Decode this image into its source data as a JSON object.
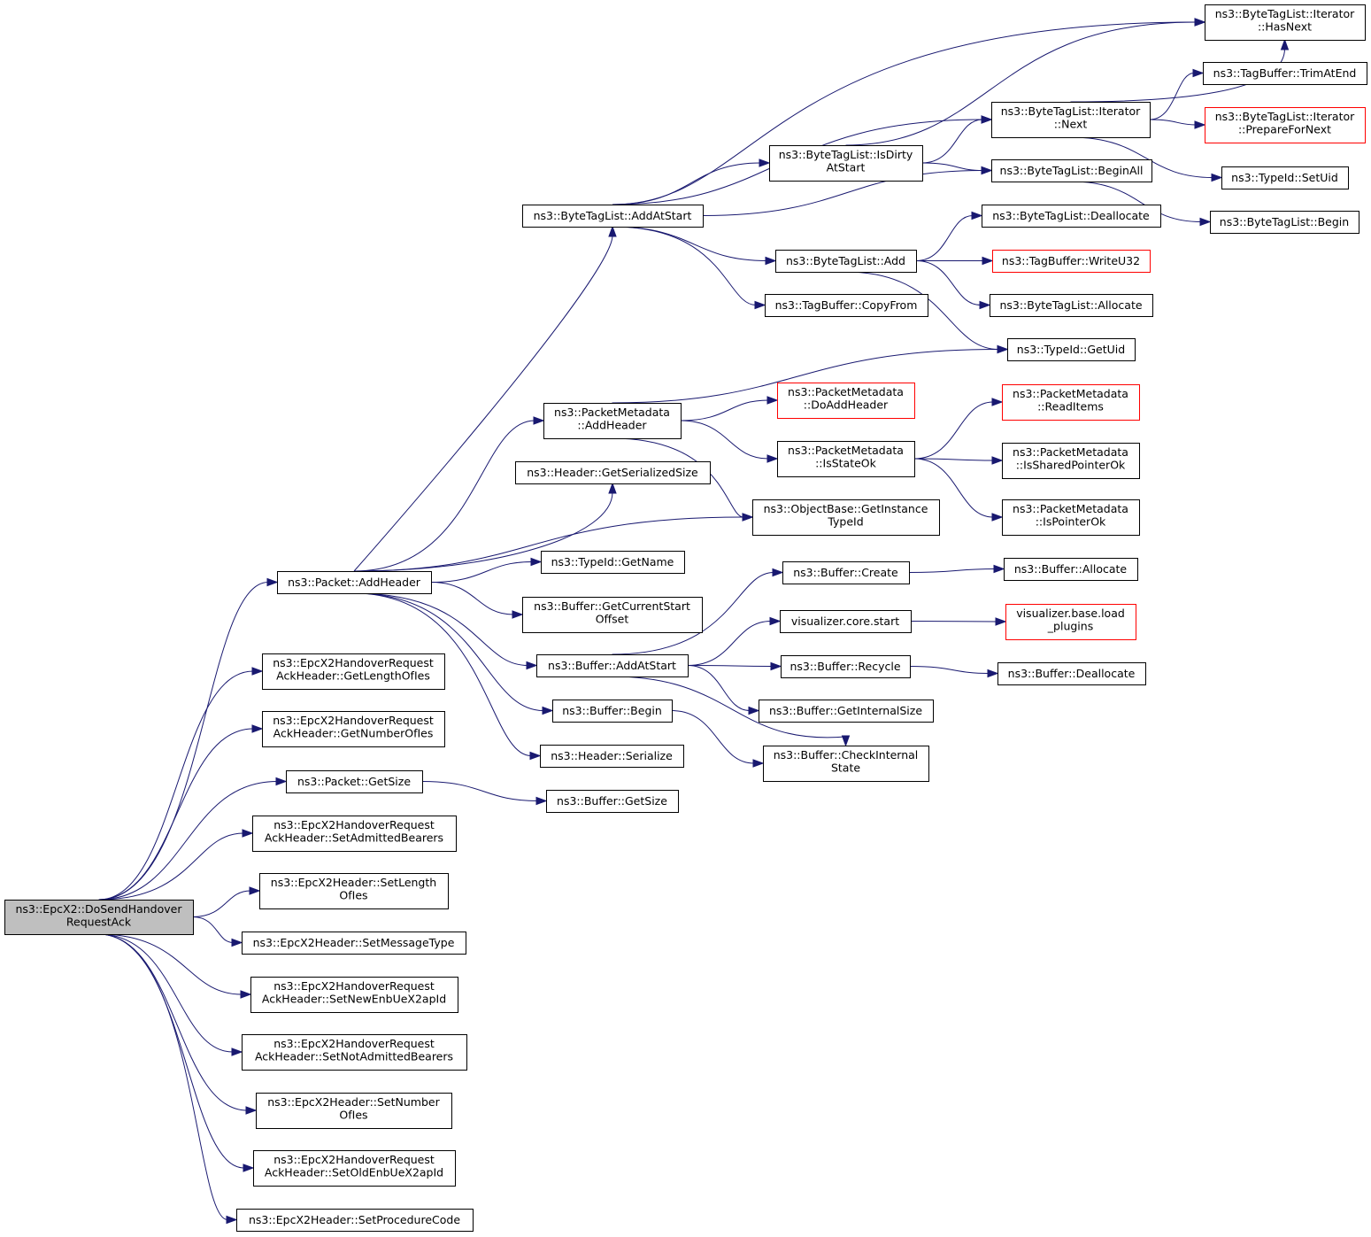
{
  "diagram": {
    "type": "call-graph",
    "edge_color": "#191970",
    "root_fill": "#bfbfbf",
    "external_border_color": "#ff0000",
    "nodes": [
      {
        "id": "root",
        "lines": [
          "ns3::EpcX2::DoSendHandover",
          "RequestAck"
        ],
        "style": "root"
      },
      {
        "id": "pkt_addheader",
        "lines": [
          "ns3::Packet::AddHeader"
        ]
      },
      {
        "id": "getlen",
        "lines": [
          "ns3::EpcX2HandoverRequest",
          "AckHeader::GetLengthOfIes"
        ]
      },
      {
        "id": "getnum",
        "lines": [
          "ns3::EpcX2HandoverRequest",
          "AckHeader::GetNumberOfIes"
        ]
      },
      {
        "id": "pkt_getsize",
        "lines": [
          "ns3::Packet::GetSize"
        ]
      },
      {
        "id": "setadmitted",
        "lines": [
          "ns3::EpcX2HandoverRequest",
          "AckHeader::SetAdmittedBearers"
        ]
      },
      {
        "id": "setlength",
        "lines": [
          "ns3::EpcX2Header::SetLength",
          "OfIes"
        ]
      },
      {
        "id": "setmsgtype",
        "lines": [
          "ns3::EpcX2Header::SetMessageType"
        ]
      },
      {
        "id": "setnewenb",
        "lines": [
          "ns3::EpcX2HandoverRequest",
          "AckHeader::SetNewEnbUeX2apId"
        ]
      },
      {
        "id": "setnotadmitted",
        "lines": [
          "ns3::EpcX2HandoverRequest",
          "AckHeader::SetNotAdmittedBearers"
        ]
      },
      {
        "id": "setnumber",
        "lines": [
          "ns3::EpcX2Header::SetNumber",
          "OfIes"
        ]
      },
      {
        "id": "setoldenb",
        "lines": [
          "ns3::EpcX2HandoverRequest",
          "AckHeader::SetOldEnbUeX2apId"
        ]
      },
      {
        "id": "setproc",
        "lines": [
          "ns3::EpcX2Header::SetProcedureCode"
        ]
      },
      {
        "id": "btl_addatstart",
        "lines": [
          "ns3::ByteTagList::AddAtStart"
        ]
      },
      {
        "id": "pm_addheader",
        "lines": [
          "ns3::PacketMetadata",
          "::AddHeader"
        ]
      },
      {
        "id": "hdr_getser",
        "lines": [
          "ns3::Header::GetSerializedSize"
        ]
      },
      {
        "id": "ob_getinst",
        "lines": [
          "ns3::ObjectBase::GetInstance",
          "TypeId"
        ]
      },
      {
        "id": "tid_getname",
        "lines": [
          "ns3::TypeId::GetName"
        ]
      },
      {
        "id": "buf_getcur",
        "lines": [
          "ns3::Buffer::GetCurrentStart",
          "Offset"
        ]
      },
      {
        "id": "buf_addatstart",
        "lines": [
          "ns3::Buffer::AddAtStart"
        ]
      },
      {
        "id": "buf_begin",
        "lines": [
          "ns3::Buffer::Begin"
        ]
      },
      {
        "id": "hdr_serialize",
        "lines": [
          "ns3::Header::Serialize"
        ]
      },
      {
        "id": "buf_getsize",
        "lines": [
          "ns3::Buffer::GetSize"
        ]
      },
      {
        "id": "btl_isdirty",
        "lines": [
          "ns3::ByteTagList::IsDirty",
          "AtStart"
        ]
      },
      {
        "id": "btl_add",
        "lines": [
          "ns3::ByteTagList::Add"
        ]
      },
      {
        "id": "tb_copyfrom",
        "lines": [
          "ns3::TagBuffer::CopyFrom"
        ]
      },
      {
        "id": "pm_doadd",
        "lines": [
          "ns3::PacketMetadata",
          "::DoAddHeader"
        ],
        "style": "ext"
      },
      {
        "id": "pm_isstate",
        "lines": [
          "ns3::PacketMetadata",
          "::IsStateOk"
        ]
      },
      {
        "id": "buf_create",
        "lines": [
          "ns3::Buffer::Create"
        ]
      },
      {
        "id": "vis_start",
        "lines": [
          "visualizer.core.start"
        ]
      },
      {
        "id": "buf_recycle",
        "lines": [
          "ns3::Buffer::Recycle"
        ]
      },
      {
        "id": "buf_getint",
        "lines": [
          "ns3::Buffer::GetInternalSize"
        ]
      },
      {
        "id": "buf_check",
        "lines": [
          "ns3::Buffer::CheckInternal",
          "State"
        ]
      },
      {
        "id": "it_hasnext",
        "lines": [
          "ns3::ByteTagList::Iterator",
          "::HasNext"
        ]
      },
      {
        "id": "it_next",
        "lines": [
          "ns3::ByteTagList::Iterator",
          "::Next"
        ]
      },
      {
        "id": "btl_beginall",
        "lines": [
          "ns3::ByteTagList::BeginAll"
        ]
      },
      {
        "id": "btl_dealloc",
        "lines": [
          "ns3::ByteTagList::Deallocate"
        ]
      },
      {
        "id": "tb_writeu32",
        "lines": [
          "ns3::TagBuffer::WriteU32"
        ],
        "style": "ext"
      },
      {
        "id": "btl_alloc",
        "lines": [
          "ns3::ByteTagList::Allocate"
        ]
      },
      {
        "id": "tid_getuid",
        "lines": [
          "ns3::TypeId::GetUid"
        ]
      },
      {
        "id": "pm_readitems",
        "lines": [
          "ns3::PacketMetadata",
          "::ReadItems"
        ],
        "style": "ext"
      },
      {
        "id": "pm_isshared",
        "lines": [
          "ns3::PacketMetadata",
          "::IsSharedPointerOk"
        ]
      },
      {
        "id": "pm_isptr",
        "lines": [
          "ns3::PacketMetadata",
          "::IsPointerOk"
        ]
      },
      {
        "id": "buf_alloc",
        "lines": [
          "ns3::Buffer::Allocate"
        ]
      },
      {
        "id": "vis_load",
        "lines": [
          "visualizer.base.load",
          "_plugins"
        ],
        "style": "ext"
      },
      {
        "id": "buf_dealloc",
        "lines": [
          "ns3::Buffer::Deallocate"
        ]
      },
      {
        "id": "tb_trim",
        "lines": [
          "ns3::TagBuffer::TrimAtEnd"
        ]
      },
      {
        "id": "it_prepare",
        "lines": [
          "ns3::ByteTagList::Iterator",
          "::PrepareForNext"
        ],
        "style": "ext"
      },
      {
        "id": "tid_setuid",
        "lines": [
          "ns3::TypeId::SetUid"
        ]
      },
      {
        "id": "btl_begin",
        "lines": [
          "ns3::ByteTagList::Begin"
        ]
      }
    ]
  }
}
